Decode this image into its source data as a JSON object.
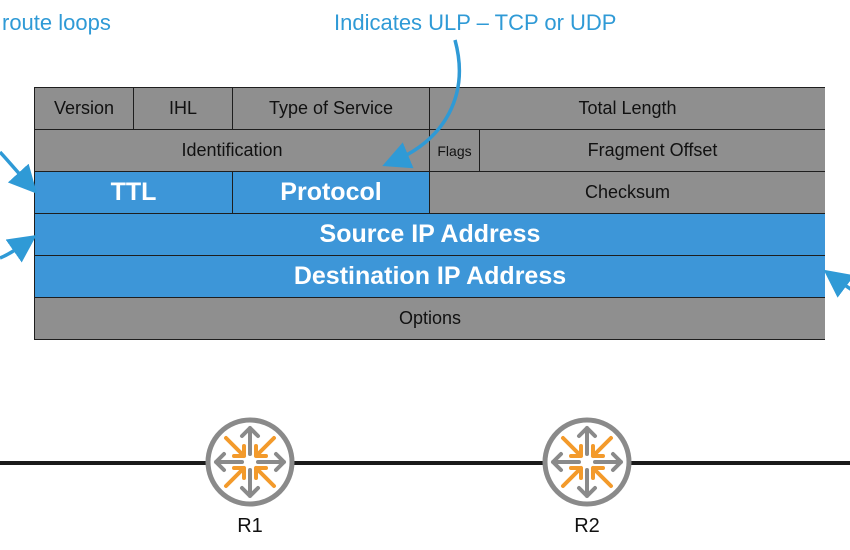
{
  "annotations": {
    "left": "route loops",
    "top": "Indicates ULP – TCP or UDP"
  },
  "header": {
    "row1": {
      "version": "Version",
      "ihl": "IHL",
      "tos": "Type of Service",
      "total_length": "Total Length"
    },
    "row2": {
      "identification": "Identification",
      "flags": "Flags",
      "fragment_offset": "Fragment Offset"
    },
    "row3": {
      "ttl": "TTL",
      "protocol": "Protocol",
      "checksum": "Checksum"
    },
    "row4": {
      "source": "Source IP Address"
    },
    "row5": {
      "destination": "Destination IP Address"
    },
    "row6": {
      "options": "Options"
    }
  },
  "network": {
    "routers": [
      {
        "label": "R1"
      },
      {
        "label": "R2"
      }
    ]
  },
  "colors": {
    "annotation_blue": "#2f9ad6",
    "highlight_blue": "#3d96d8",
    "field_gray": "#8f8f8f",
    "router_orange": "#f39a2b",
    "router_gray": "#8a8a8a"
  }
}
